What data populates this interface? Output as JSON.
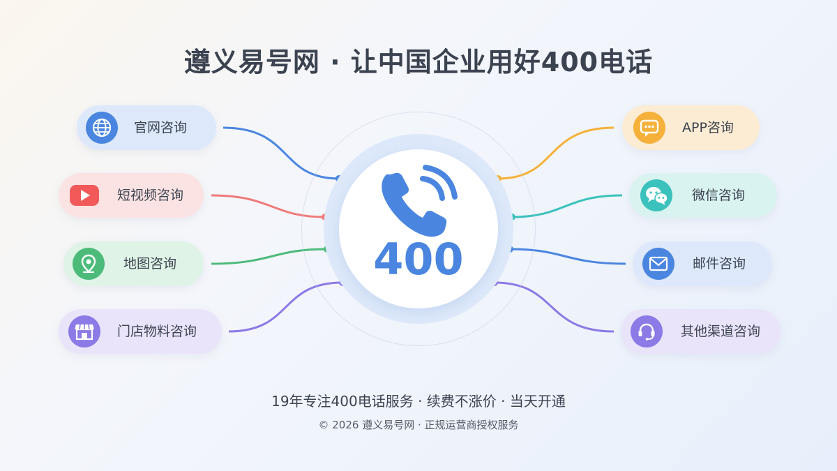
{
  "title": "遵义易号网 · 让中国企业用好400电话",
  "hub": {
    "number": "400",
    "icon": "phone-icon",
    "color": "#4a86e0"
  },
  "left_items": [
    {
      "label": "官网咨询",
      "icon": "globe-icon",
      "color": "#4a86e0",
      "bg": "#dde8fb"
    },
    {
      "label": "短视频咨询",
      "icon": "video-play-icon",
      "color": "#f25a5a",
      "bg": "#fbe3e3"
    },
    {
      "label": "地图咨询",
      "icon": "map-pin-icon",
      "color": "#4cbb7a",
      "bg": "#dff3e6"
    },
    {
      "label": "门店物料咨询",
      "icon": "storefront-icon",
      "color": "#8c7ae6",
      "bg": "#e9e4fa"
    }
  ],
  "right_items": [
    {
      "label": "APP咨询",
      "icon": "chat-bubble-icon",
      "color": "#f5b13a",
      "bg": "#fcecd3"
    },
    {
      "label": "微信咨询",
      "icon": "wechat-icon",
      "color": "#3cc2bd",
      "bg": "#d9f3f0"
    },
    {
      "label": "邮件咨询",
      "icon": "mail-icon",
      "color": "#4a86e0",
      "bg": "#dde8fb"
    },
    {
      "label": "其他渠道咨询",
      "icon": "headset-icon",
      "color": "#8c7ae6",
      "bg": "#e9e4fa"
    }
  ],
  "tagline": "19年专注400电话服务 · 续费不涨价 · 当天开通",
  "copyright": "© 2026 遵义易号网 · 正规运营商授权服务"
}
